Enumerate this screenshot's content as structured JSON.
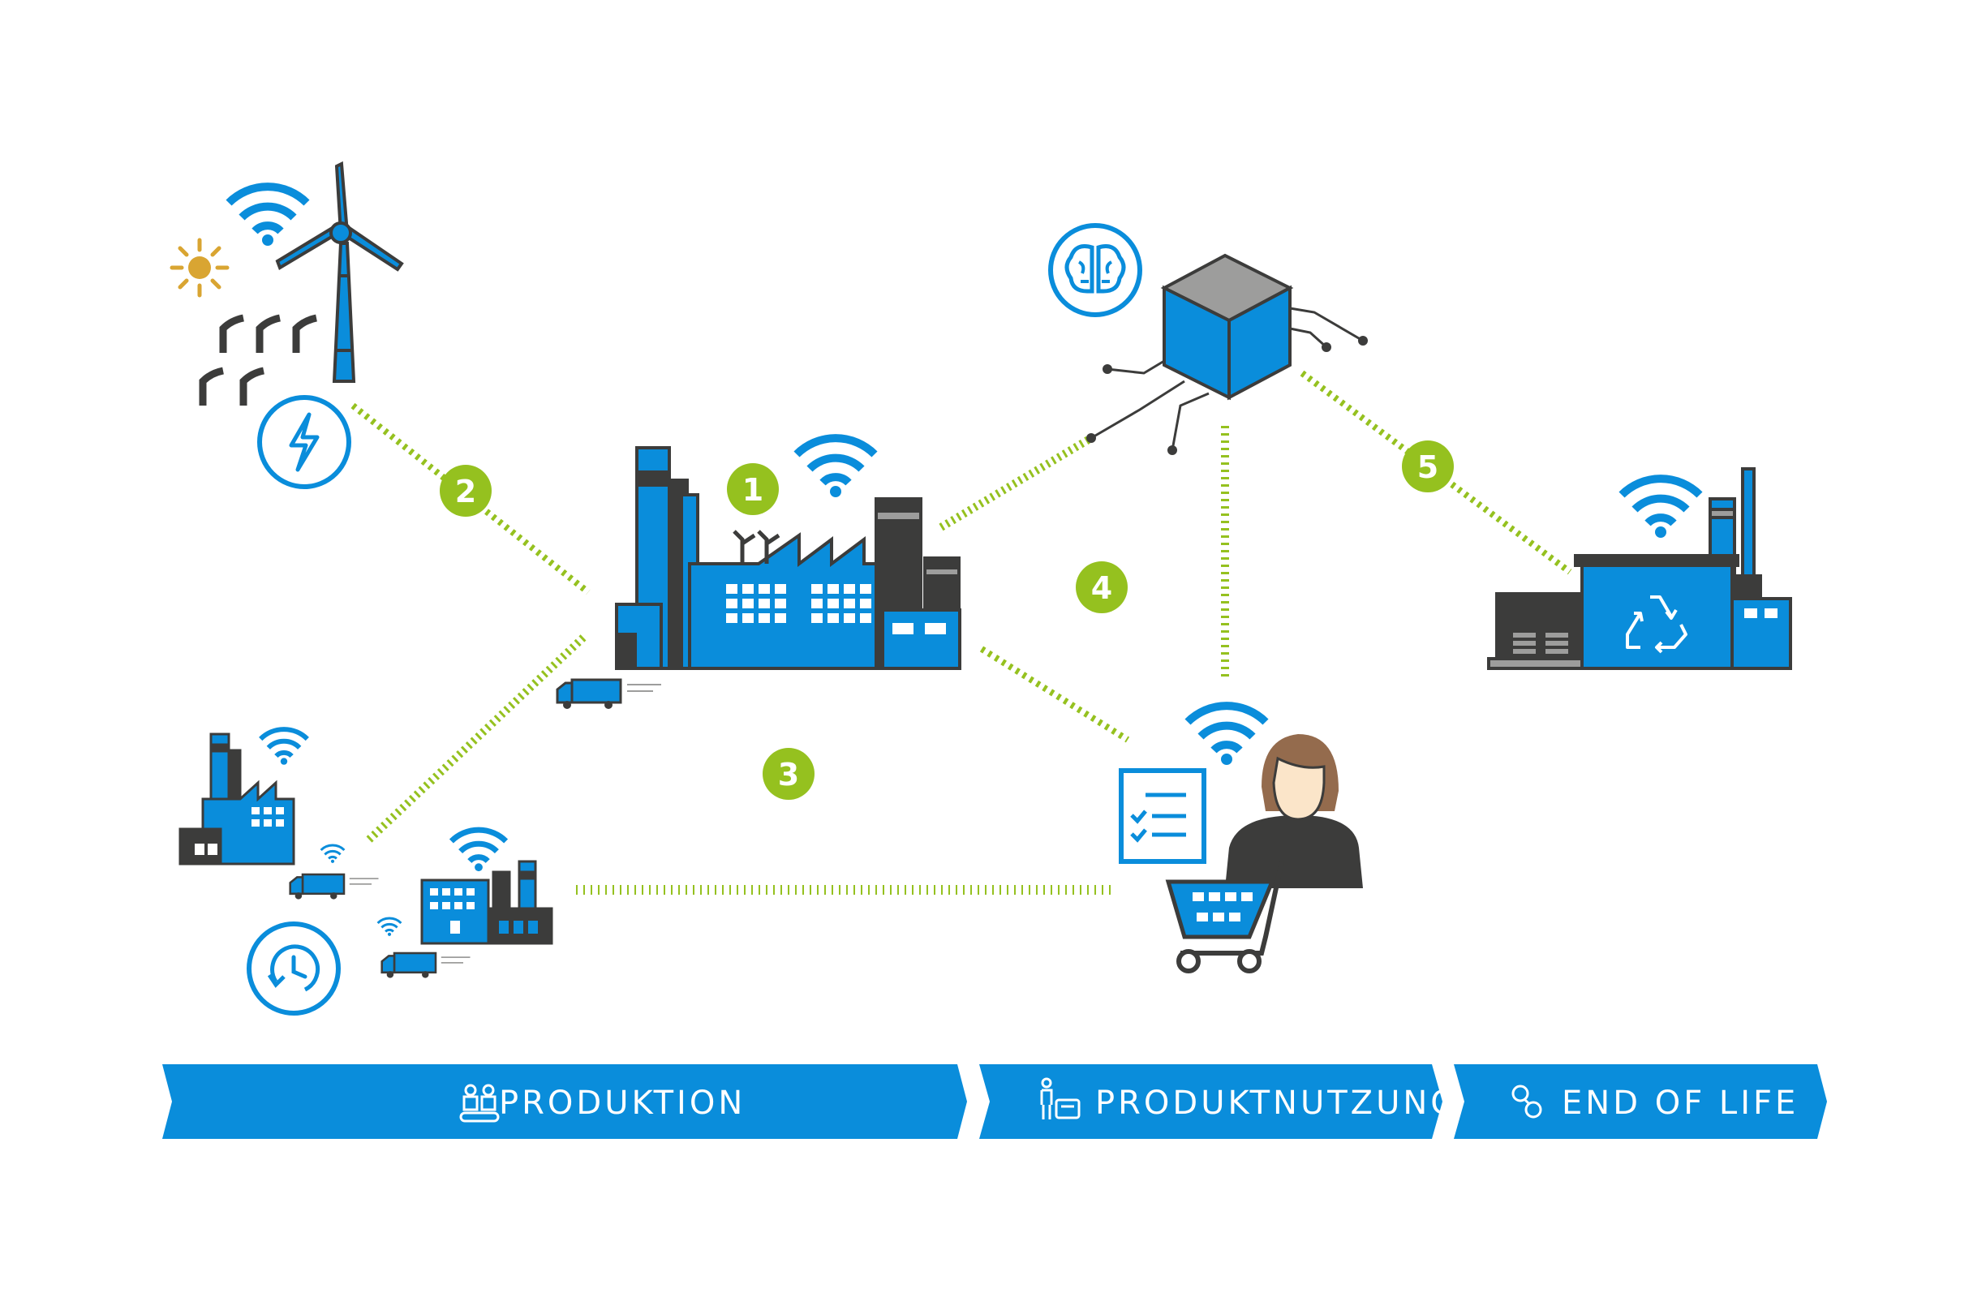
{
  "colors": {
    "blue": "#0a8ddb",
    "dark": "#3c3c3b",
    "green": "#95c11f",
    "sun": "#d9a532",
    "white": "#ffffff"
  },
  "badges": [
    "1",
    "2",
    "3",
    "4",
    "5"
  ],
  "phases": [
    {
      "label": "PRODUKTION",
      "icon": "factory-workers-icon"
    },
    {
      "label": "PRODUKTNUTZUNG",
      "icon": "person-product-icon"
    },
    {
      "label": "END OF LIFE",
      "icon": "loop-icon"
    }
  ],
  "icons": [
    "wind-turbine-icon",
    "sun-icon",
    "wind-icon",
    "energy-icon",
    "wifi-icon",
    "factory-icon",
    "truck-icon",
    "clock-icon",
    "brain-icon",
    "data-cube-icon",
    "shopping-cart-icon",
    "checklist-icon",
    "customer-icon",
    "recycling-plant-icon",
    "recycle-icon"
  ]
}
